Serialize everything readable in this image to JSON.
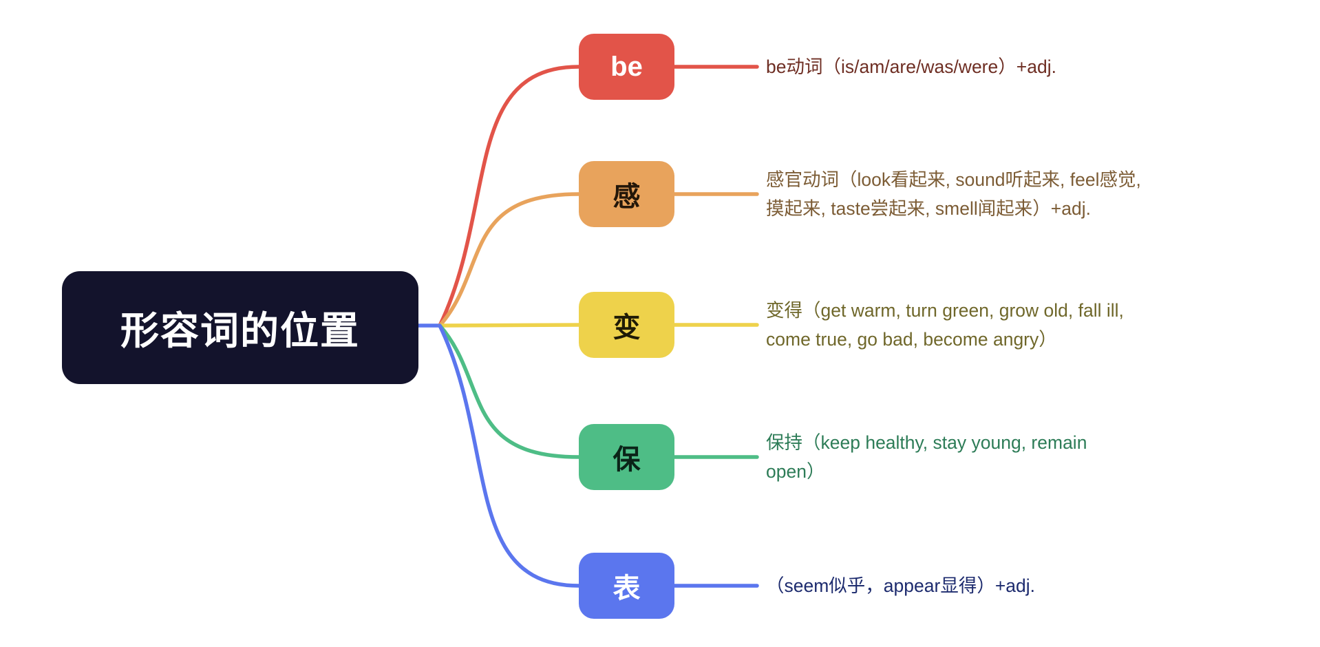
{
  "page": {
    "background_color": "#ffffff"
  },
  "root": {
    "label": "形容词的位置",
    "bg_color": "#13132c",
    "text_color": "#ffffff",
    "trunk_color": "#5b76ee"
  },
  "branches": [
    {
      "label": "be",
      "color": "#e25449",
      "text_color": "#ffffff",
      "desc_color": "#6e2e23",
      "desc_lines": [
        "be动词（is/am/are/was/were）+adj."
      ]
    },
    {
      "label": "感",
      "color": "#e8a35c",
      "text_color": "#241709",
      "desc_color": "#7c5c35",
      "desc_lines": [
        "感官动词（look看起来, sound听起来, feel感觉,",
        "摸起来, taste尝起来, smell闻起来）+adj."
      ]
    },
    {
      "label": "变",
      "color": "#eed24b",
      "text_color": "#1f1b06",
      "desc_color": "#6f672a",
      "desc_lines": [
        "变得（get warm, turn green, grow old, fall ill,",
        "come true, go bad, become angry）"
      ]
    },
    {
      "label": "保",
      "color": "#4ebd86",
      "text_color": "#0b2418",
      "desc_color": "#2d7c57",
      "desc_lines": [
        "保持（keep healthy, stay young, remain",
        "open）"
      ]
    },
    {
      "label": "表",
      "color": "#5b76ee",
      "text_color": "#ffffff",
      "desc_color": "#1d2b6e",
      "desc_lines": [
        "（seem似乎，appear显得）+adj."
      ]
    }
  ]
}
